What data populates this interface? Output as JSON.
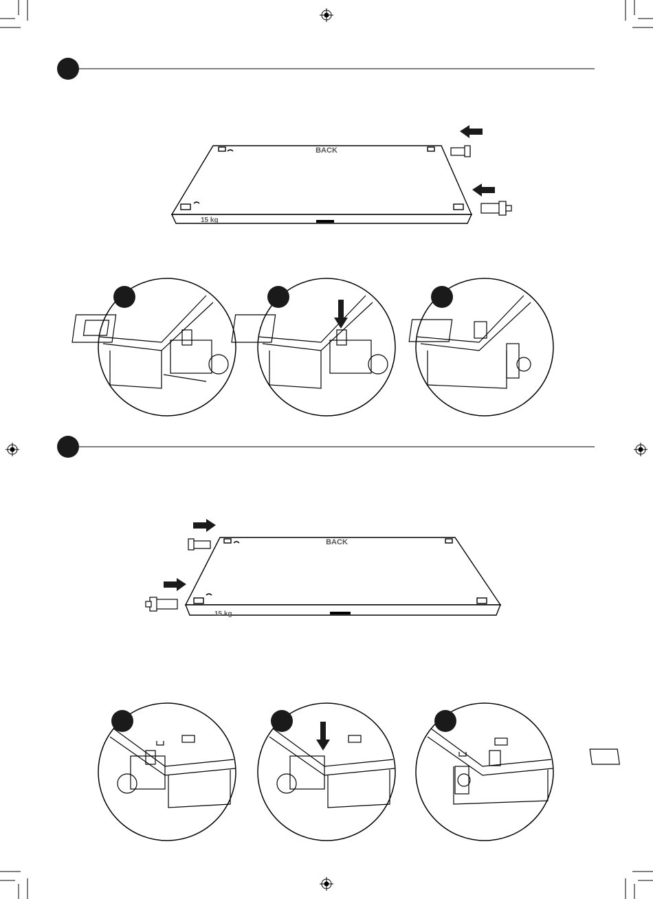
{
  "section1": {
    "panel": {
      "back_label": "BACK",
      "weight_label": "15 kg"
    }
  },
  "section2": {
    "panel": {
      "back_label": "BACK",
      "weight_label": "15 kg"
    }
  }
}
